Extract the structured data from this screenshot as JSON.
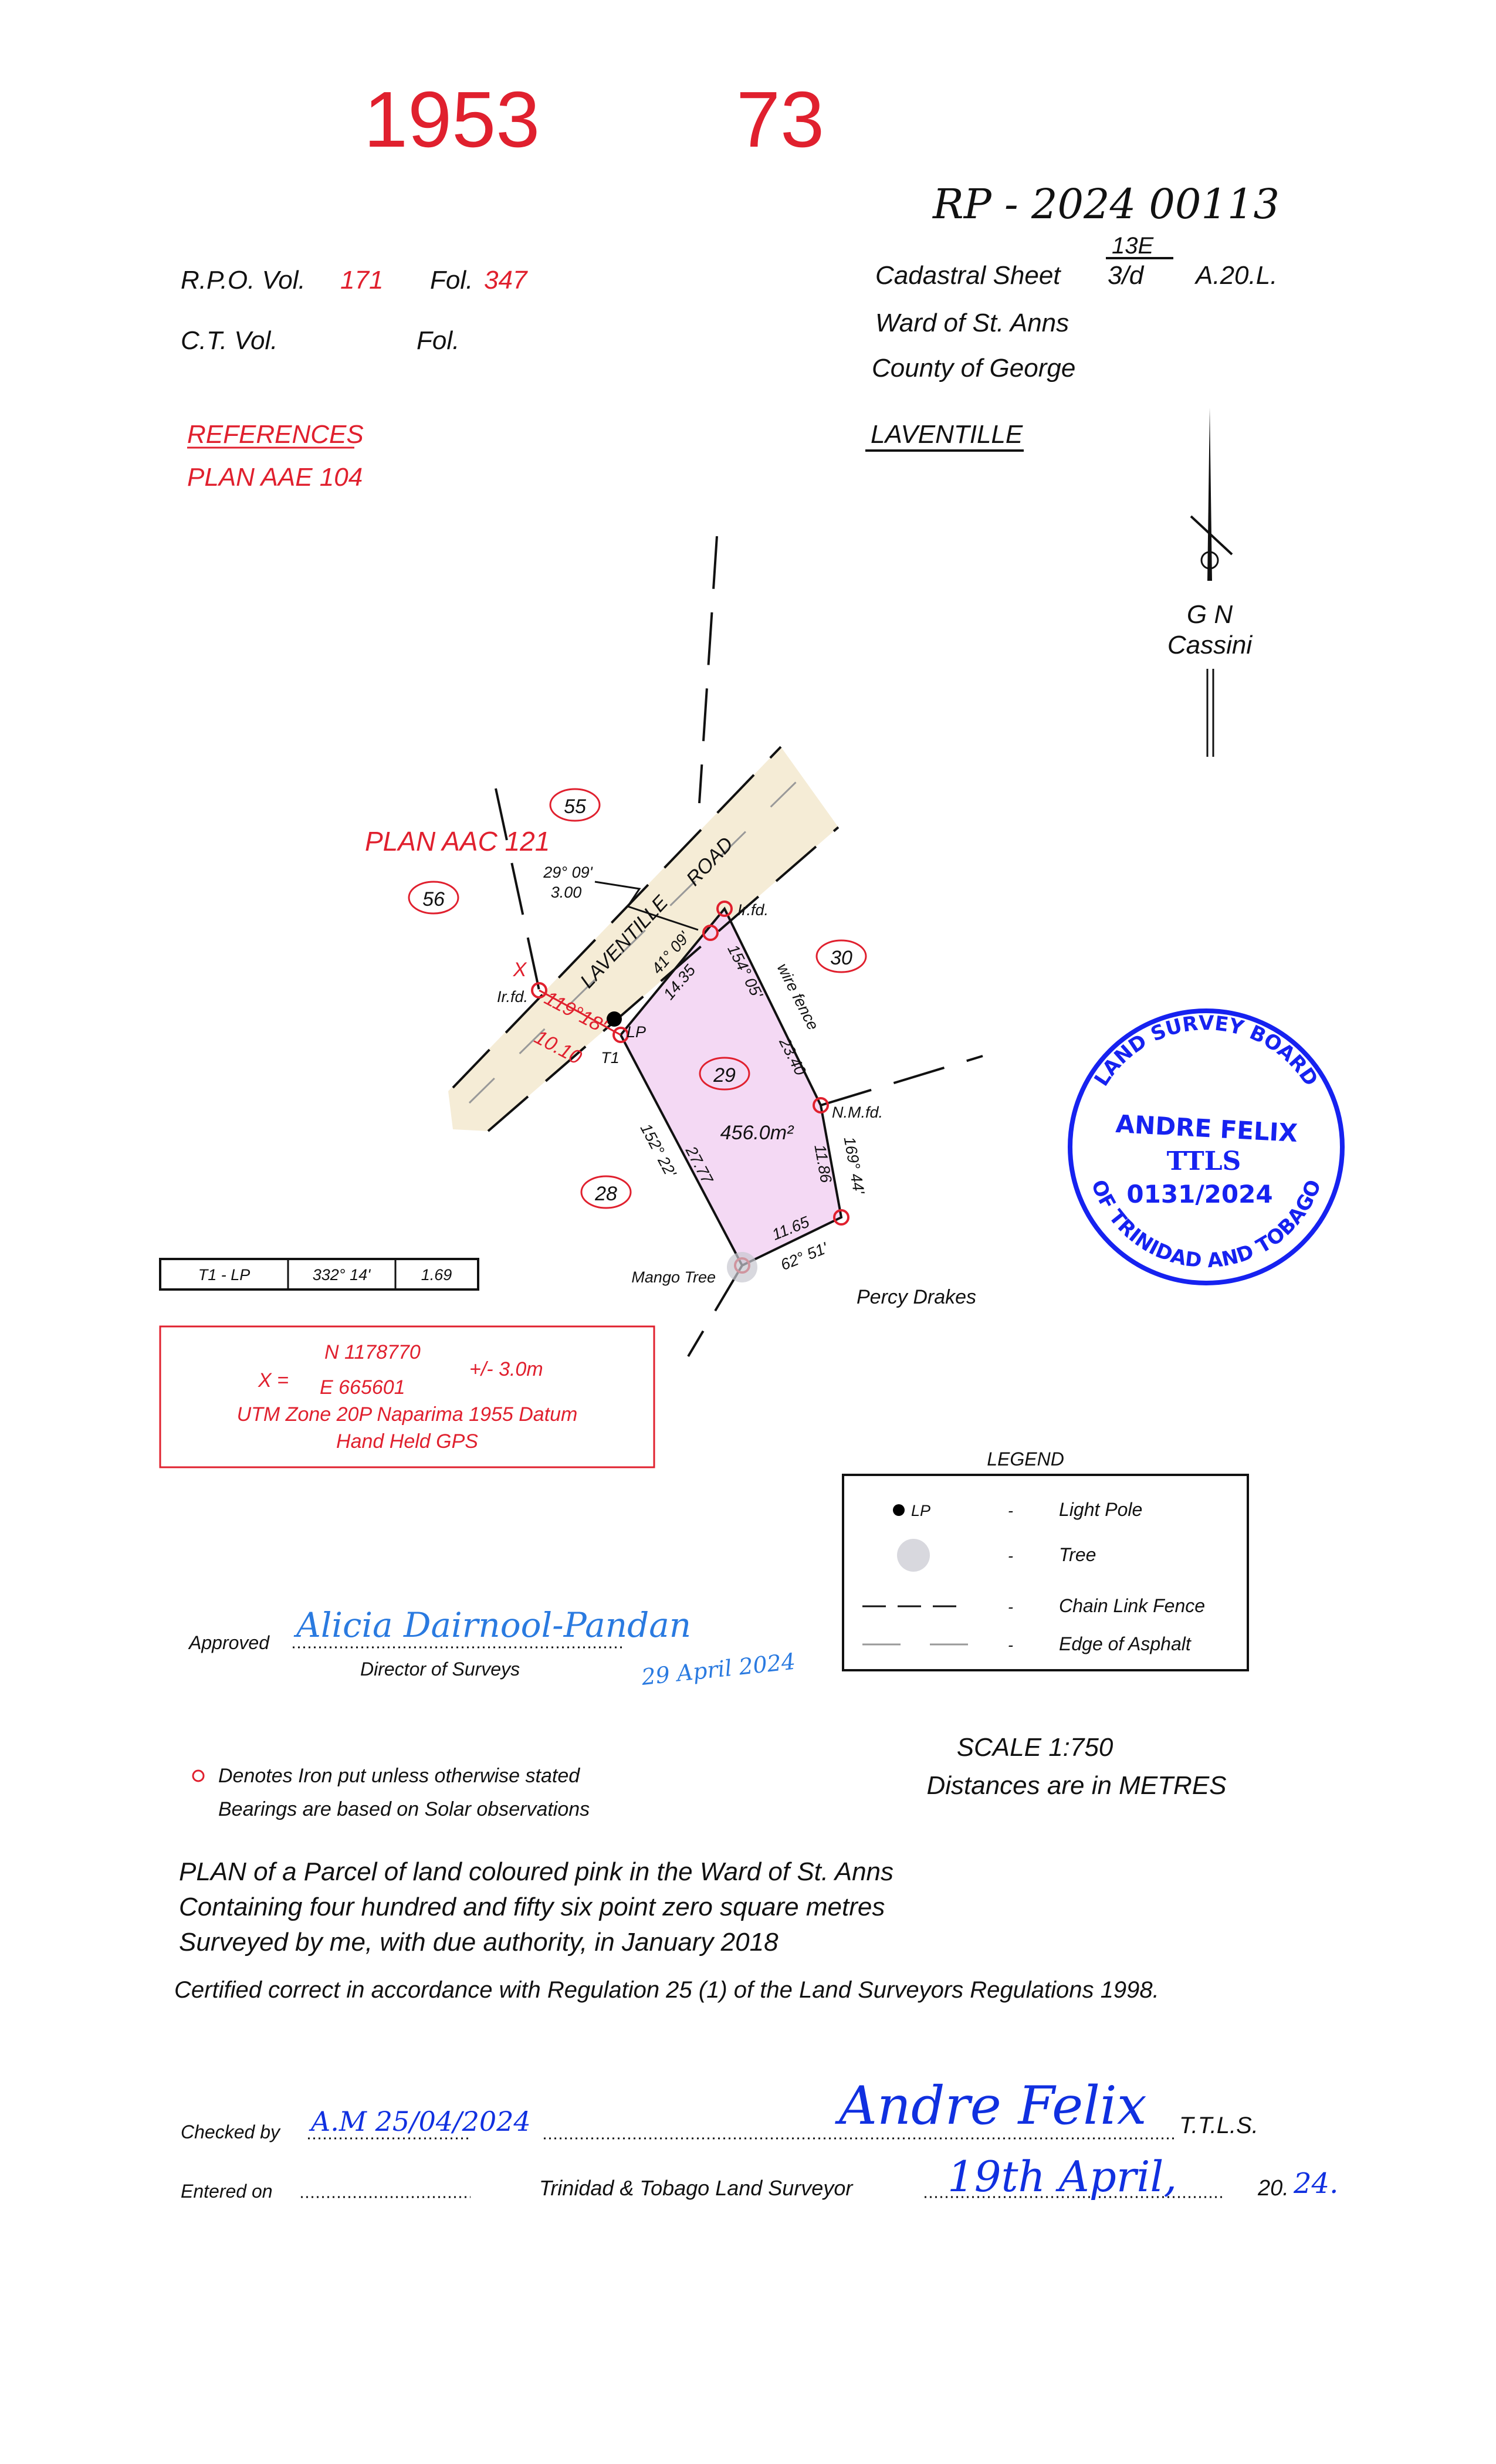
{
  "header": {
    "plan_number": "1953",
    "plan_suffix": "73",
    "rpo_label": "R.P.O.  Vol.",
    "rpo_vol": "171",
    "fol_label": "Fol.",
    "rpo_fol": "347",
    "ct_label": "C.T.   Vol.",
    "ct_fol_label": "Fol.",
    "references_title": "REFERENCES",
    "references_plan": "PLAN  AAE  104",
    "registration_number": "RP - 2024 00113",
    "sheet_fraction_top": "13E",
    "cadastral_sheet_label": "Cadastral  Sheet",
    "sheet_fraction_bottom": "3/d",
    "sheet_code": "A.20.L.",
    "ward": "Ward  of  St.  Anns",
    "county": "County  of  George",
    "locality": "LAVENTILLE"
  },
  "north_arrow": {
    "line1": "G  N",
    "line2": "Cassini"
  },
  "map": {
    "colors": {
      "parcel": "#f4d9f4",
      "road": "#f5ecd6",
      "red": "#e0202e",
      "stamp": "#1622f0"
    },
    "plan_reference": "PLAN  AAC  121",
    "road_name_1": "LAVENTILLE",
    "road_name_2": "ROAD",
    "lots": [
      "55",
      "56",
      "30",
      "29",
      "28"
    ],
    "area": "456.0m²",
    "neighbour": "Percy  Drakes",
    "offset_bearing": "29° 09'",
    "offset_distance": "3.00",
    "tie_bearing": "119°18'",
    "tie_distance": "10.10",
    "marks": {
      "iron_found_left": "Ir.fd.",
      "iron_found_right": "Ir.fd.",
      "nail_mark": "N.M.fd.",
      "t1": "T1",
      "lp": "LP",
      "x_mark": "X",
      "mango_tree": "Mango  Tree",
      "fence": "wire  fence"
    },
    "boundaries": [
      {
        "bearing": "41°  09'",
        "distance": "14.35"
      },
      {
        "bearing": "154°  05'",
        "distance": "23.40"
      },
      {
        "bearing": "169°  44'",
        "distance": "11.86"
      },
      {
        "bearing": "62°  51'",
        "distance": "11.65"
      },
      {
        "bearing": "152°  22'",
        "distance": "27.77"
      }
    ]
  },
  "tie_table": {
    "from_to": "T1   -   LP",
    "bearing": "332°  14'",
    "distance": "1.69"
  },
  "coordinates": {
    "x_label": "X  =",
    "north": "N  1178770",
    "east": "E    665601",
    "accuracy": "+/-  3.0m",
    "datum": "UTM  Zone  20P  Naparima  1955  Datum",
    "method": "Hand  Held  GPS"
  },
  "stamp": {
    "ring_top": "LAND SURVEY BOARD",
    "ring_bottom": "OF TRINIDAD AND TOBAGO",
    "name": "ANDRE FELIX",
    "title": "TTLS",
    "number": "0131/2024"
  },
  "legend": {
    "title": "LEGEND",
    "items": [
      {
        "symbol": "LP",
        "dash": "-",
        "label": "Light  Pole"
      },
      {
        "symbol": "",
        "dash": "-",
        "label": "Tree"
      },
      {
        "symbol": "",
        "dash": "-",
        "label": "Chain  Link  Fence"
      },
      {
        "symbol": "",
        "dash": "-",
        "label": "Edge  of  Asphalt"
      }
    ]
  },
  "approval": {
    "label": "Approved",
    "signature": "Alicia Dairnool-Pandan",
    "title": "Director  of  Surveys",
    "date": "29 April 2024"
  },
  "notes": {
    "iron": "Denotes  Iron  put  unless  otherwise  stated",
    "bearings": "Bearings  are  based  on  Solar  observations",
    "scale": "SCALE  1:750",
    "units": "Distances  are  in  METRES"
  },
  "description": {
    "line1": "PLAN  of  a  Parcel  of  land  coloured  pink  in  the  Ward  of  St.  Anns",
    "line2": "Containing  four  hundred  and  fifty  six  point  zero  square  metres",
    "line3": "Surveyed  by  me,  with  due  authority,  in  January  2018",
    "certification": "Certified  correct  in  accordance  with  Regulation  25  (1)  of  the  Land  Surveyors  Regulations  1998."
  },
  "footer": {
    "checked_label": "Checked  by",
    "checked_value": "A.M 25/04/2024",
    "surveyor_signature": "Andre Felix",
    "ttls": "T.T.L.S.",
    "entered_label": "Entered  on",
    "surveyor_label": "Trinidad  &  Tobago  Land  Surveyor",
    "signed_date": "19th April,",
    "year_prefix": "20.",
    "year_suffix": "24."
  }
}
